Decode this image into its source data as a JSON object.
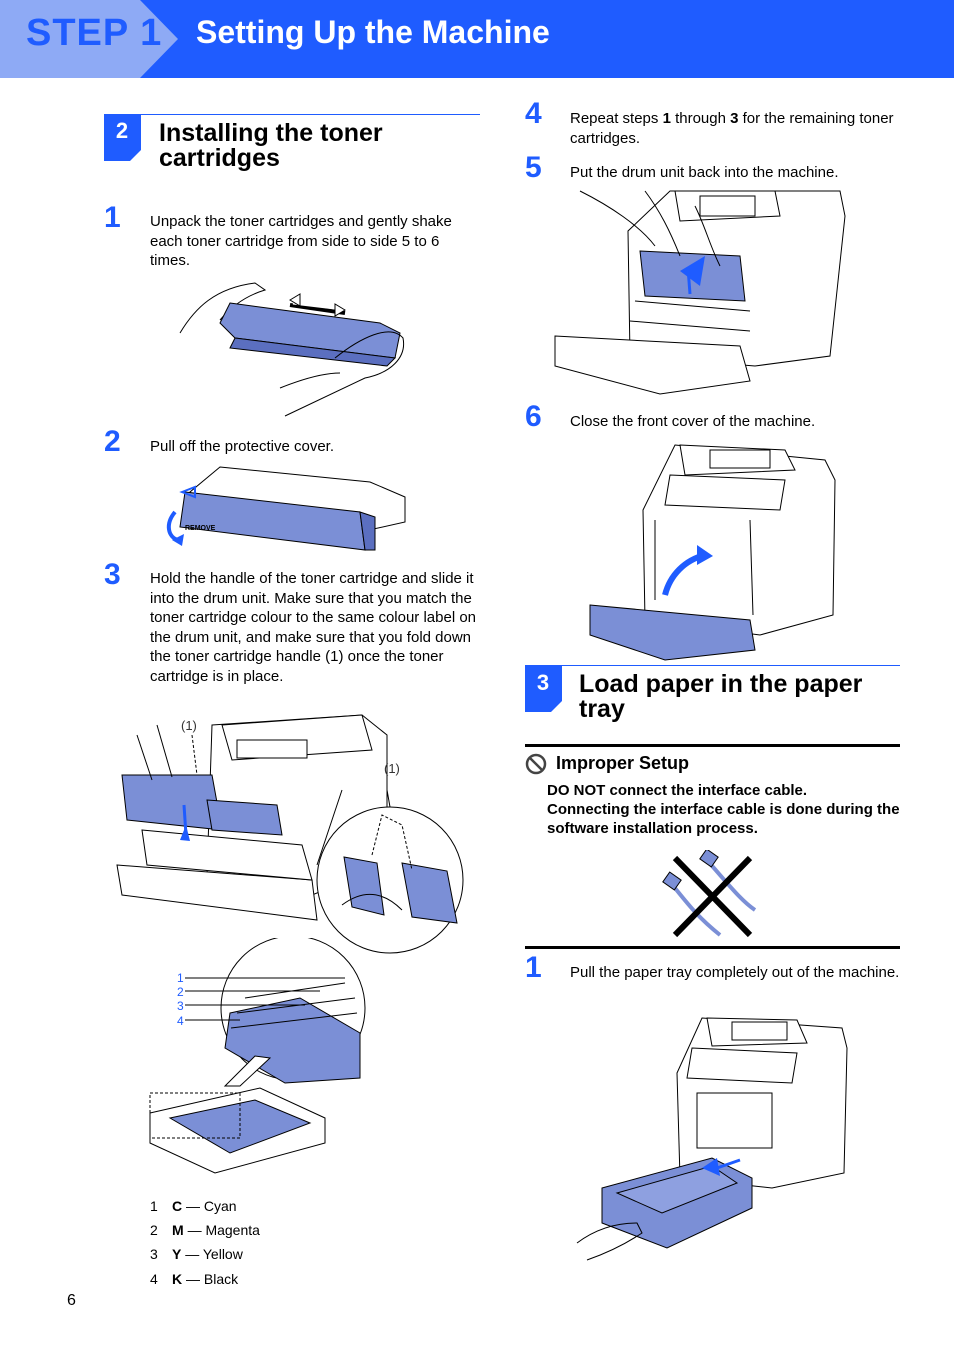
{
  "header": {
    "step_label": "STEP 1",
    "title": "Setting Up the Machine"
  },
  "section_toner": {
    "number": "2",
    "title_line1": "Installing the toner",
    "title_line2": "cartridges"
  },
  "toner_steps": [
    {
      "num": "1",
      "text": "Unpack the toner cartridges and gently shake each toner cartridge from side to side 5 to 6 times."
    },
    {
      "num": "2",
      "text": "Pull off the protective cover."
    },
    {
      "num": "3",
      "text": "Hold the handle of the toner cartridge and slide it into the drum unit. Make sure that you match the toner cartridge colour to the same colour label on the drum unit, and make sure that you fold down the toner cartridge handle (1) once the toner cartridge is in place."
    }
  ],
  "callouts": {
    "handle_a": "(1)",
    "handle_b": "(1)",
    "slot_labels": [
      "1",
      "2",
      "3",
      "4"
    ],
    "remove_tag": "REMOVE"
  },
  "color_legend": [
    {
      "n": "1",
      "key": "C",
      "name": "— Cyan"
    },
    {
      "n": "2",
      "key": "M",
      "name": "— Magenta"
    },
    {
      "n": "3",
      "key": "Y",
      "name": "— Yellow"
    },
    {
      "n": "4",
      "key": "K",
      "name": "— Black"
    }
  ],
  "right_steps": {
    "s4_num": "4",
    "s4_a": "Repeat steps ",
    "s4_b": "1",
    "s4_c": " through ",
    "s4_d": "3",
    "s4_e": " for the remaining toner cartridges.",
    "s5_num": "5",
    "s5_text": "Put the drum unit back into the machine.",
    "s6_num": "6",
    "s6_text": "Close the front cover of the machine."
  },
  "section_paper": {
    "number": "3",
    "title": "Load paper in the paper tray"
  },
  "warning": {
    "title": "Improper Setup",
    "line1": "DO NOT connect the interface cable.",
    "line2": "Connecting the interface cable is done during the software installation process."
  },
  "paper_step": {
    "num": "1",
    "text": "Pull the paper tray completely out of the machine."
  },
  "page_number": "6",
  "colors": {
    "accent": "#1f5cff",
    "part_blue": "#7b8fd6",
    "tab_blue": "#8eaaf5"
  }
}
